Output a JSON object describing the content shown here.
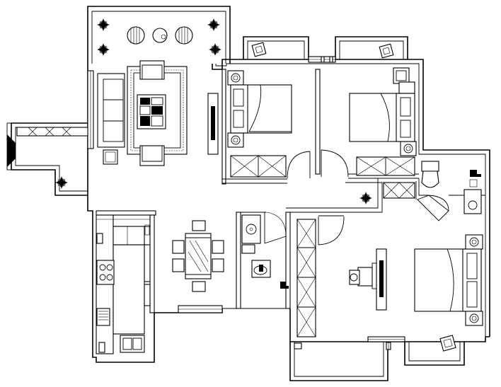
{
  "watermark": {
    "text": ""
  },
  "rooms": [
    "balcony-north",
    "living-room",
    "bedroom-north-west",
    "bedroom-north-east",
    "bathroom-east",
    "kitchen",
    "dining-area",
    "bathroom-central",
    "master-bedroom",
    "balcony-south",
    "entry-bay-west"
  ],
  "furniture": [
    "sofa",
    "coffee-table",
    "armchairs",
    "tv-cabinet",
    "double-beds",
    "wardrobes",
    "nightstands",
    "desks",
    "dining-table",
    "chairs",
    "kitchen-counter",
    "stove",
    "sink",
    "toilets",
    "washbasins",
    "plants"
  ],
  "colors": {
    "line": "#000000",
    "background": "#ffffff",
    "watermark": "#9a9a9a"
  }
}
